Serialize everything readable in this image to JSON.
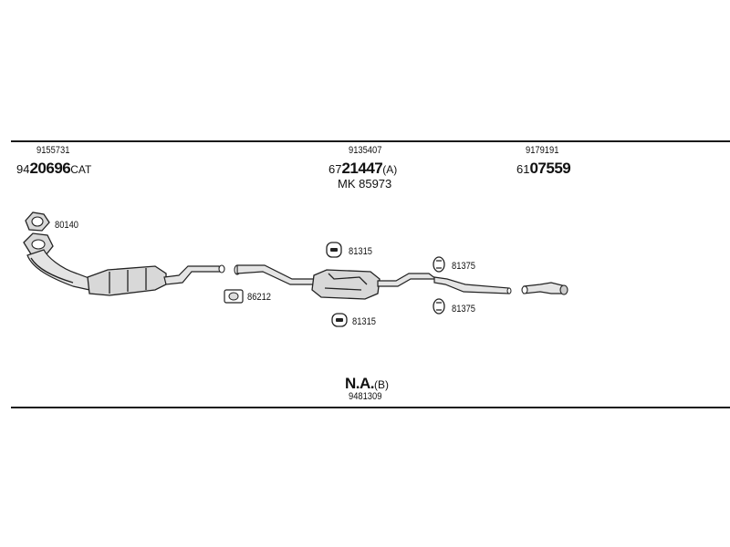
{
  "parts": {
    "front": {
      "ref": "9155731",
      "prefix": "94",
      "code": "20696",
      "suffix": "CAT"
    },
    "middle": {
      "ref": "9135407",
      "prefix": "67",
      "code": "21447",
      "suffix": "(A)",
      "kit": "MK  85973"
    },
    "rear": {
      "ref": "9179191",
      "prefix": "61",
      "code": "07559"
    },
    "bottom": {
      "code": "N.A.",
      "suffix": "(B)",
      "ref": "9481309"
    }
  },
  "accessories": {
    "gasket": "80140",
    "clamp": "86212",
    "hanger_mid_top": "81315",
    "hanger_mid_bottom": "81315",
    "hanger_rear_top": "81375",
    "hanger_rear_bottom": "81375"
  }
}
